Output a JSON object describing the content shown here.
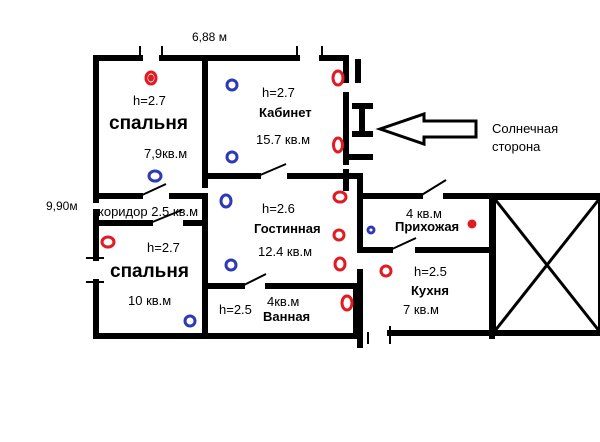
{
  "dimensions": {
    "width_total": "6,88 м",
    "height_total": "9,90м"
  },
  "sunny_side": {
    "label_line1": "Солнечная",
    "label_line2": "сторона"
  },
  "rooms": {
    "bedroom1": {
      "name": "спальня",
      "height": "h=2.7",
      "area": "7,9кв.м"
    },
    "office": {
      "name": "Кабинет",
      "height": "h=2.7",
      "area": "15.7 кв.м"
    },
    "corridor": {
      "label": "коридор 2.5 кв.м"
    },
    "living": {
      "name": "Гостинная",
      "height": "h=2.6",
      "area": "12.4 кв.м"
    },
    "bedroom2": {
      "name": "спальня",
      "height": "h=2.7",
      "area": "10 кв.м"
    },
    "bathroom": {
      "name": "Ванная",
      "height": "h=2.5",
      "area": "4кв.м"
    },
    "hallway": {
      "name": "Прихожая",
      "area": "4 кв.м"
    },
    "kitchen": {
      "name": "Кухня",
      "height": "h=2.5",
      "area": "7 кв.м"
    }
  },
  "colors": {
    "red_marker": "#e01b24",
    "blue_marker": "#2d39b5",
    "wall": "#000000"
  }
}
